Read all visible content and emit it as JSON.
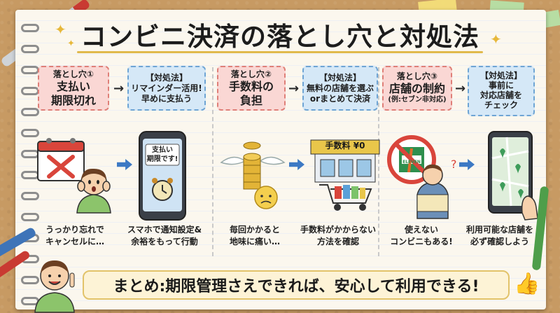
{
  "title": "コンビニ決済の落とし穴と対処法",
  "columns": [
    {
      "problem": {
        "line1": "落とし穴①",
        "line2": "支払い",
        "line3": "期限切れ"
      },
      "fix": {
        "line1": "【対処法】",
        "line2": "リマインダー活用!",
        "line3": "早めに支払う"
      },
      "left_caption": [
        "うっかり忘れで",
        "キャンセルに…"
      ],
      "right_caption": [
        "スマホで通知設定&",
        "余裕をもって行動"
      ],
      "phone_text": [
        "支払い",
        "期限です!"
      ]
    },
    {
      "problem": {
        "line1": "落とし穴②",
        "line2": "手数料の",
        "line3": "負担"
      },
      "fix": {
        "line1": "【対処法】",
        "line2": "無料の店舗を選ぶ",
        "line3": "orまとめて決済"
      },
      "left_caption": [
        "毎回かかると",
        "地味に痛い…"
      ],
      "right_caption": [
        "手数料がかからない",
        "方法を確認"
      ],
      "store_sign": "手数料 ¥0"
    },
    {
      "problem": {
        "line1": "落とし穴③",
        "line2": "店舗の制約",
        "line3": "(例:セブン非対応)"
      },
      "fix": {
        "line1": "【対処法】",
        "line2": "事前に",
        "line3": "対応店舗を",
        "line4": "チェック"
      },
      "left_caption": [
        "使えない",
        "コンビニもある!"
      ],
      "right_caption": [
        "利用可能な店舗を",
        "必ず確認しよう"
      ],
      "sign_text": "ELEVEN"
    }
  ],
  "summary": "まとめ:期限管理さえできれば、安心して利用できる!",
  "colors": {
    "problem_bg": "#fad7d4",
    "fix_bg": "#d5e8f7",
    "accent_arrow": "#3d79c4",
    "summary_bg": "#fdf3d6"
  }
}
